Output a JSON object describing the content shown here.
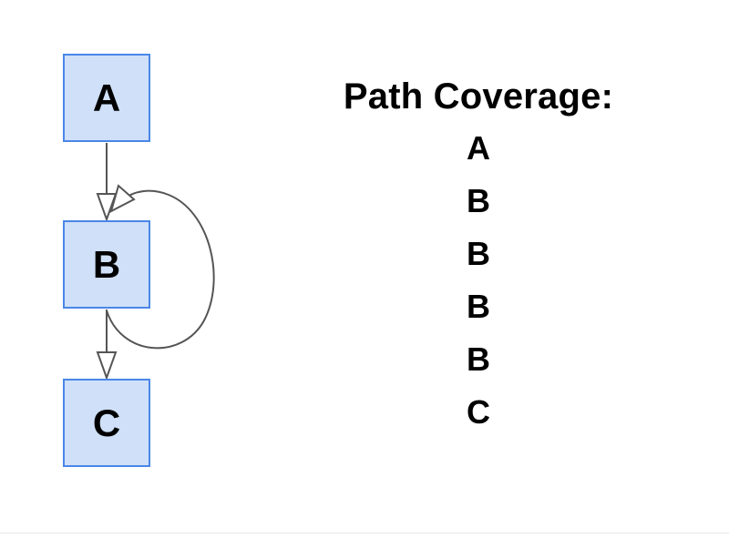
{
  "diagram": {
    "type": "control-flow-graph",
    "nodes": [
      {
        "id": "A",
        "label": "A"
      },
      {
        "id": "B",
        "label": "B"
      },
      {
        "id": "C",
        "label": "C"
      }
    ],
    "edges": [
      {
        "from": "A",
        "to": "B",
        "kind": "straight"
      },
      {
        "from": "B",
        "to": "B",
        "kind": "self-loop"
      },
      {
        "from": "B",
        "to": "C",
        "kind": "straight"
      }
    ],
    "colors": {
      "node_fill": "#cfe0f8",
      "node_border": "#4a86e8",
      "edge_stroke": "#555555",
      "text": "#000000",
      "background": "#ffffff",
      "divider": "#e8e8e8"
    }
  },
  "coverage": {
    "title": "Path Coverage:",
    "path": [
      "A",
      "B",
      "B",
      "B",
      "B",
      "C"
    ]
  }
}
